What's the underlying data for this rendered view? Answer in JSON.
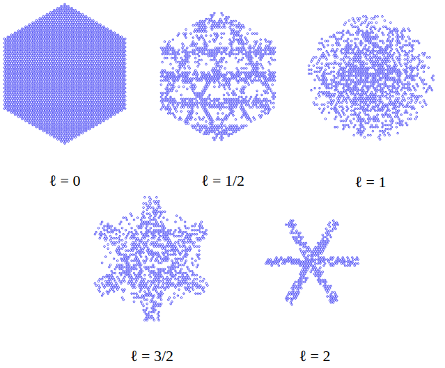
{
  "diagram": {
    "labels": [
      "ℓ = 0",
      "ℓ = 1/2",
      "ℓ = 1",
      "ℓ = 3/2",
      "ℓ = 2"
    ]
  }
}
